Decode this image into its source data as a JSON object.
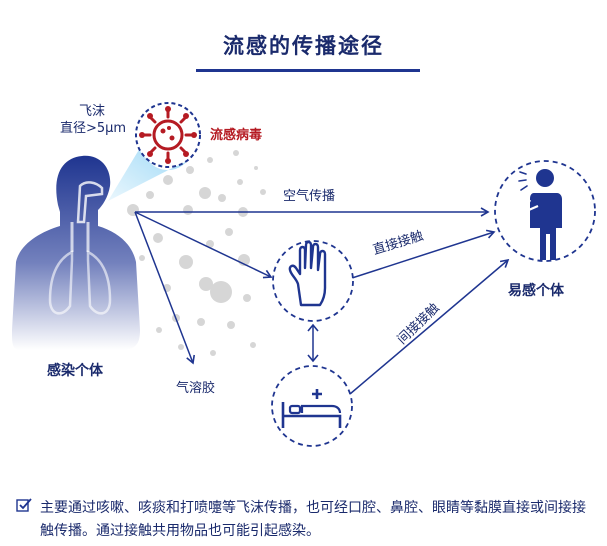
{
  "title": "流感的传播途径",
  "labels": {
    "droplet_line1": "飞沫",
    "droplet_line2": "直径>5μm",
    "virus": "流感病毒",
    "infected": "感染个体",
    "airborne": "空气传播",
    "direct_contact": "直接接触",
    "indirect_contact": "间接接触",
    "aerosol": "气溶胶",
    "susceptible": "易感个体"
  },
  "footnote": "主要通过咳嗽、咳痰和打喷嚏等飞沫传播，也可经口腔、鼻腔、眼睛等黏膜直接或间接接触传播。通过接触共用物品也可能引起感染。",
  "colors": {
    "navy": "#1f3590",
    "title_text": "#1a2a6c",
    "virus_red": "#b51b23",
    "silhouette_light": "#e8ecf6",
    "droplet_gray": "#d6d6d6"
  },
  "icons": [
    "virus-icon",
    "hand-icon",
    "bed-icon",
    "coughing-person-icon",
    "checkbox-icon"
  ]
}
